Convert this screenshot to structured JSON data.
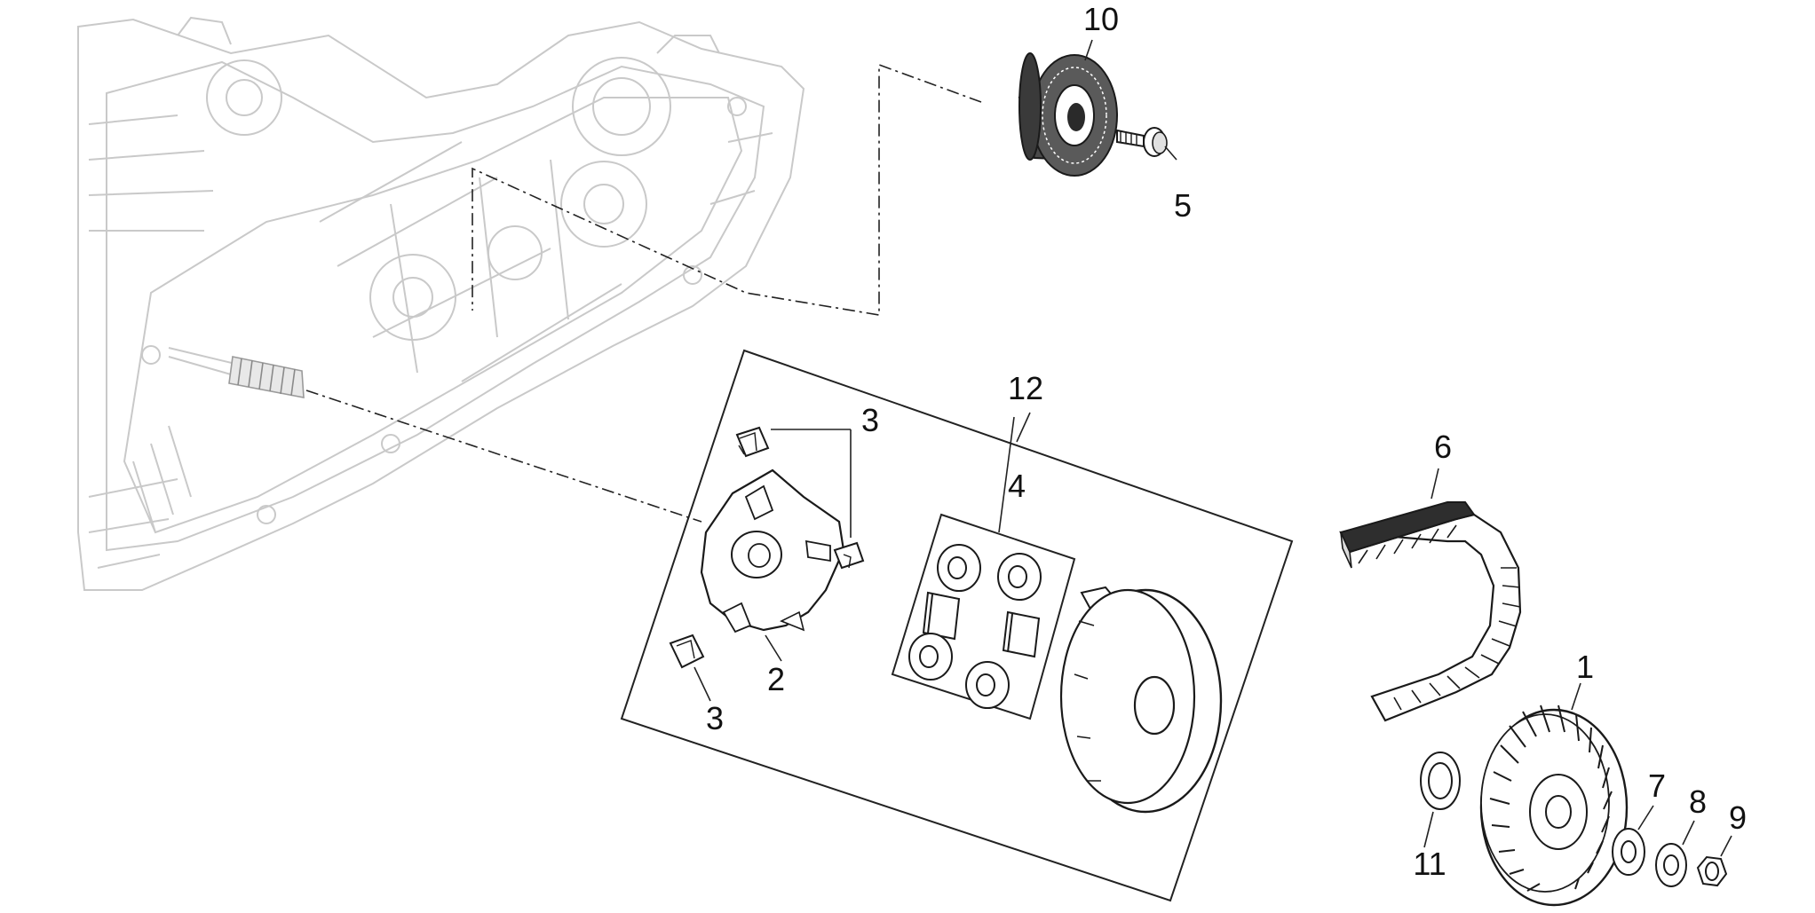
{
  "diagram": {
    "parts": [
      {
        "key": "p1",
        "label": "1"
      },
      {
        "key": "p2",
        "label": "2"
      },
      {
        "key": "p3a",
        "label": "3"
      },
      {
        "key": "p3b",
        "label": "3"
      },
      {
        "key": "p4",
        "label": "4"
      },
      {
        "key": "p5",
        "label": "5"
      },
      {
        "key": "p6",
        "label": "6"
      },
      {
        "key": "p7",
        "label": "7"
      },
      {
        "key": "p8",
        "label": "8"
      },
      {
        "key": "p9",
        "label": "9"
      },
      {
        "key": "p10",
        "label": "10"
      },
      {
        "key": "p11",
        "label": "11"
      },
      {
        "key": "p12",
        "label": "12"
      }
    ],
    "colors": {
      "casing_line": "#c9c9c9",
      "part_line": "#1a1a1a",
      "part_fill": "#ffffff",
      "part_shade": "#4a4a4a",
      "label": "#111111"
    }
  }
}
